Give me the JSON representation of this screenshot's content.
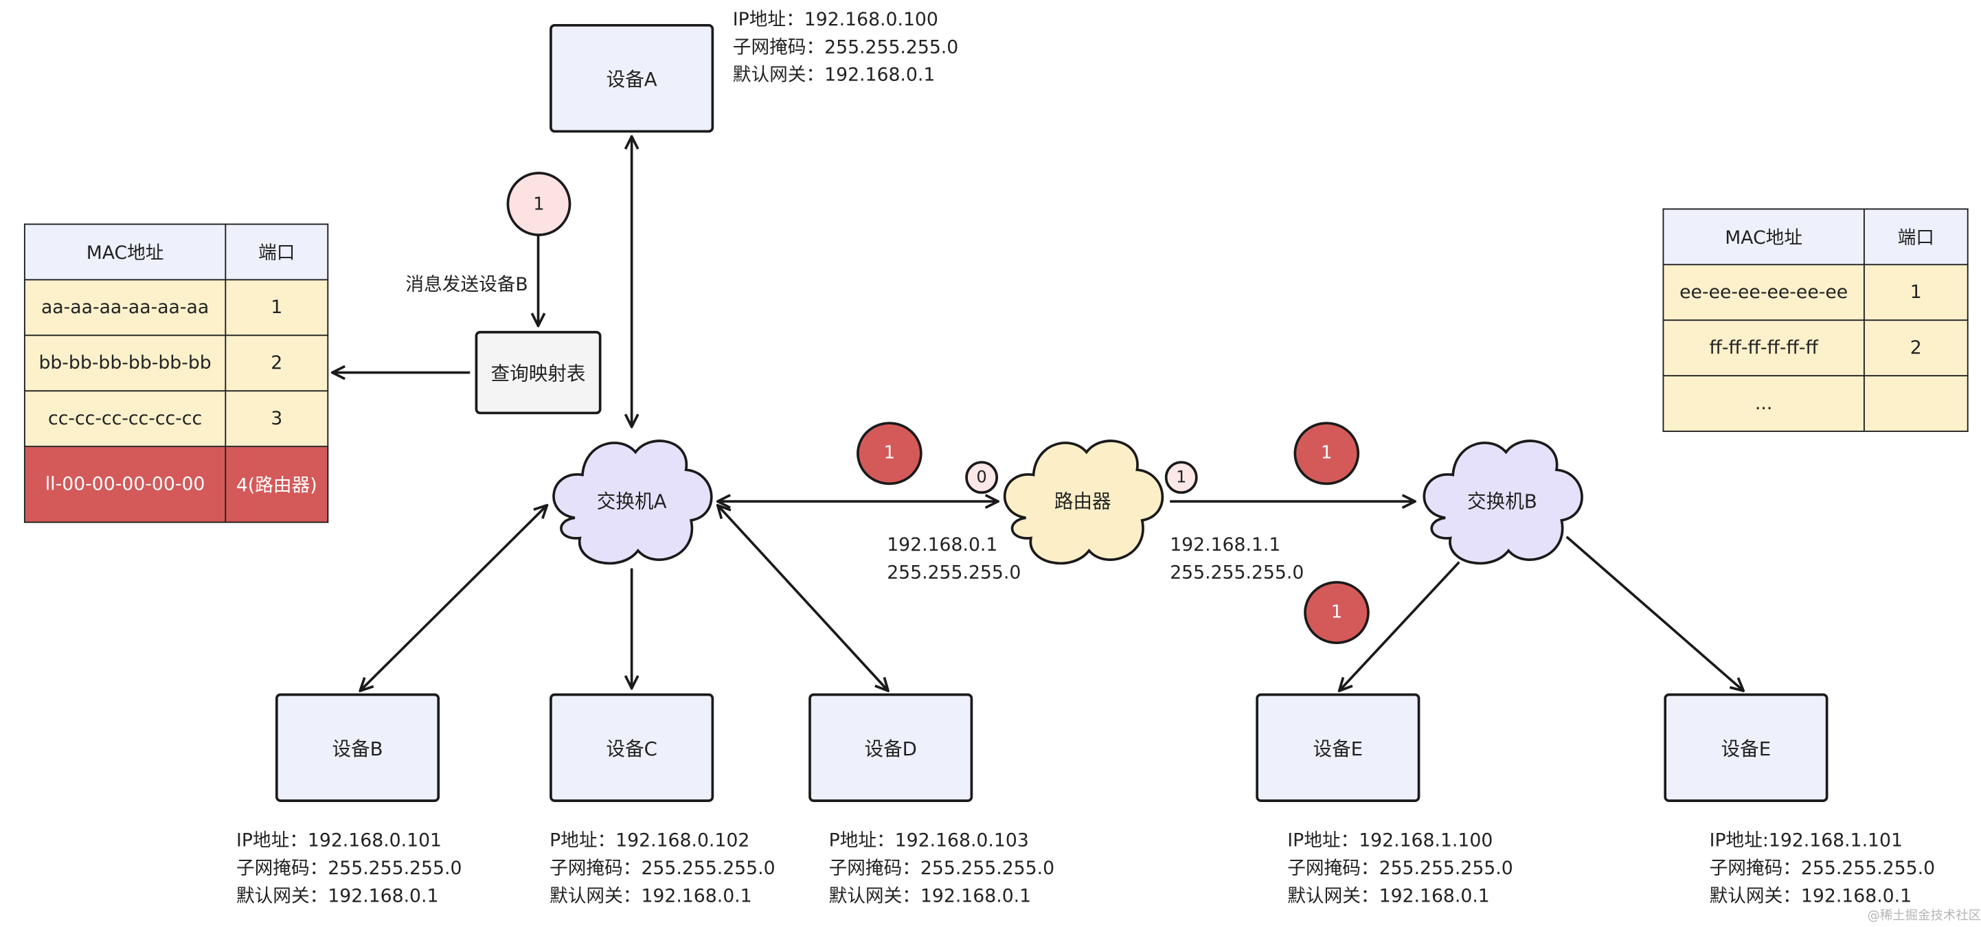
{
  "devices": {
    "a": {
      "label": "设备A",
      "info": [
        "IP地址：192.168.0.100",
        "子网掩码：255.255.255.0",
        "默认网关：192.168.0.1"
      ]
    },
    "b": {
      "label": "设备B",
      "info": [
        "IP地址：192.168.0.101",
        "子网掩码：255.255.255.0",
        "默认网关：192.168.0.1"
      ]
    },
    "c": {
      "label": "设备C",
      "info": [
        "P地址：192.168.0.102",
        "子网掩码：255.255.255.0",
        "默认网关：192.168.0.1"
      ]
    },
    "d": {
      "label": "设备D",
      "info": [
        "P地址：192.168.0.103",
        "子网掩码：255.255.255.0",
        "默认网关：192.168.0.1"
      ]
    },
    "e1": {
      "label": "设备E",
      "info": [
        "IP地址：192.168.1.100",
        "子网掩码：255.255.255.0",
        "默认网关：192.168.0.1"
      ]
    },
    "e2": {
      "label": "设备E",
      "info": [
        "IP地址:192.168.1.101",
        "子网掩码：255.255.255.0",
        "默认网关：192.168.0.1"
      ]
    }
  },
  "switch_a": {
    "label": "交换机A"
  },
  "switch_b": {
    "label": "交换机B"
  },
  "router": {
    "label": "路由器",
    "port_left": "0",
    "port_right": "1",
    "left_if": [
      "192.168.0.1",
      "255.255.255.0"
    ],
    "right_if": [
      "192.168.1.1",
      "255.255.255.0"
    ]
  },
  "lookup_box": {
    "label": "查询映射表"
  },
  "send_caption": "消息发送设备B",
  "step_badges": {
    "top": "1",
    "left": "1",
    "right": "1",
    "lower": "1"
  },
  "table_left": {
    "headers": [
      "MAC地址",
      "端口"
    ],
    "rows": [
      [
        "aa-aa-aa-aa-aa-aa",
        "1"
      ],
      [
        "bb-bb-bb-bb-bb-bb",
        "2"
      ],
      [
        "cc-cc-cc-cc-cc-cc",
        "3"
      ],
      [
        "ll-00-00-00-00-00",
        "4(路由器)"
      ]
    ]
  },
  "table_right": {
    "headers": [
      "MAC地址",
      "端口"
    ],
    "rows": [
      [
        "ee-ee-ee-ee-ee-ee",
        "1"
      ],
      [
        "ff-ff-ff-ff-ff-ff",
        "2"
      ],
      [
        "...",
        ""
      ]
    ]
  },
  "watermark": "@稀土掘金技术社区",
  "colors": {
    "device_fill": "#eef1fb",
    "switch_fill": "#e6e1fa",
    "router_fill": "#fcefc7",
    "table_cell": "#fdf1cc",
    "router_row": "#d45a5a",
    "badge_red": "#d45a5a",
    "badge_pink": "#fde2e2"
  }
}
